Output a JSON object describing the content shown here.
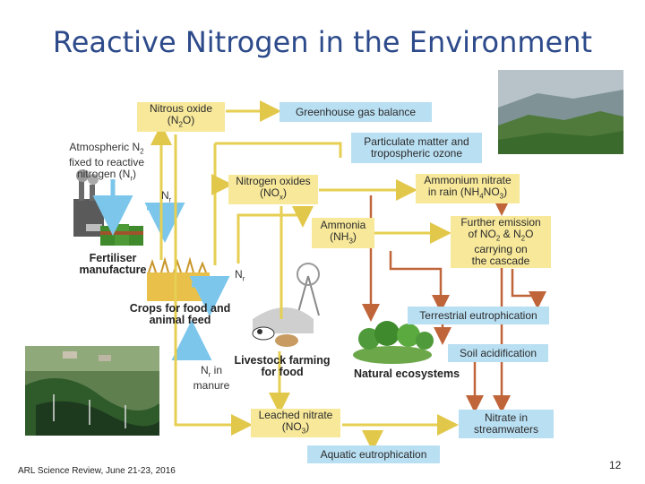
{
  "title": "Reactive Nitrogen in the Environment",
  "boxes": {
    "nitrous_oxide": {
      "line1": "Nitrous oxide",
      "line2_pre": "(N",
      "line2_sub": "2",
      "line2_post": "O)"
    },
    "greenhouse": {
      "text": "Greenhouse gas balance"
    },
    "particulate": {
      "line1": "Particulate matter and",
      "line2": "tropospheric ozone"
    },
    "nitrogen_oxides": {
      "line1": "Nitrogen oxides",
      "line2_pre": "(NO",
      "line2_sub": "x",
      "line2_post": ")"
    },
    "ammonium": {
      "line1": "Ammonium nitrate",
      "line2_pre": "in rain (NH",
      "line2_sub1": "4",
      "line2_mid": "NO",
      "line2_sub2": "3",
      "line2_post": ")"
    },
    "ammonia": {
      "line1": "Ammonia",
      "line2_pre": "(NH",
      "line2_sub": "3",
      "line2_post": ")"
    },
    "further": {
      "line1": "Further emission",
      "line2_pre": "of NO",
      "line2_sub1": "2",
      "line2_mid": " & N",
      "line2_sub2": "2",
      "line2_post": "O",
      "line3": "carrying on",
      "line4": "the cascade"
    },
    "terrestrial": {
      "text": "Terrestrial eutrophication"
    },
    "soil": {
      "text": "Soil acidification"
    },
    "leached": {
      "line1": "Leached nitrate",
      "line2_pre": "(NO",
      "line2_sub": "3",
      "line2_post": ")"
    },
    "streamwaters": {
      "line1": "Nitrate in",
      "line2": "streamwaters"
    },
    "aquatic": {
      "text": "Aquatic eutrophication"
    }
  },
  "labels": {
    "atmospheric": {
      "line1_pre": "Atmospheric N",
      "line1_sub": "2",
      "line2": "fixed to reactive",
      "line3_pre": "nitrogen (N",
      "line3_sub": "r",
      "line3_post": ")"
    },
    "nr1": {
      "pre": "N",
      "sub": "r"
    },
    "nr2": {
      "pre": "N",
      "sub": "r"
    },
    "nr_manure": {
      "line1_pre": "N",
      "line1_sub": "r",
      "line1_post": " in",
      "line2": "manure"
    },
    "fertiliser": {
      "line1": "Fertiliser",
      "line2": "manufacture"
    },
    "crops": {
      "line1": "Crops for food and",
      "line2": "animal feed"
    },
    "livestock": {
      "line1": "Livestock farming",
      "line2": "for food"
    },
    "natural": {
      "text": "Natural ecosystems"
    }
  },
  "footer": "ARL Science Review, June 21-23, 2016",
  "page_number": "12",
  "colors": {
    "title": "#2d4a8a",
    "box_blue": "#b9dff2",
    "box_yellow": "#f7e89a",
    "arrow_yellow": "#e6cf52",
    "arrow_brown": "#c0653a"
  }
}
